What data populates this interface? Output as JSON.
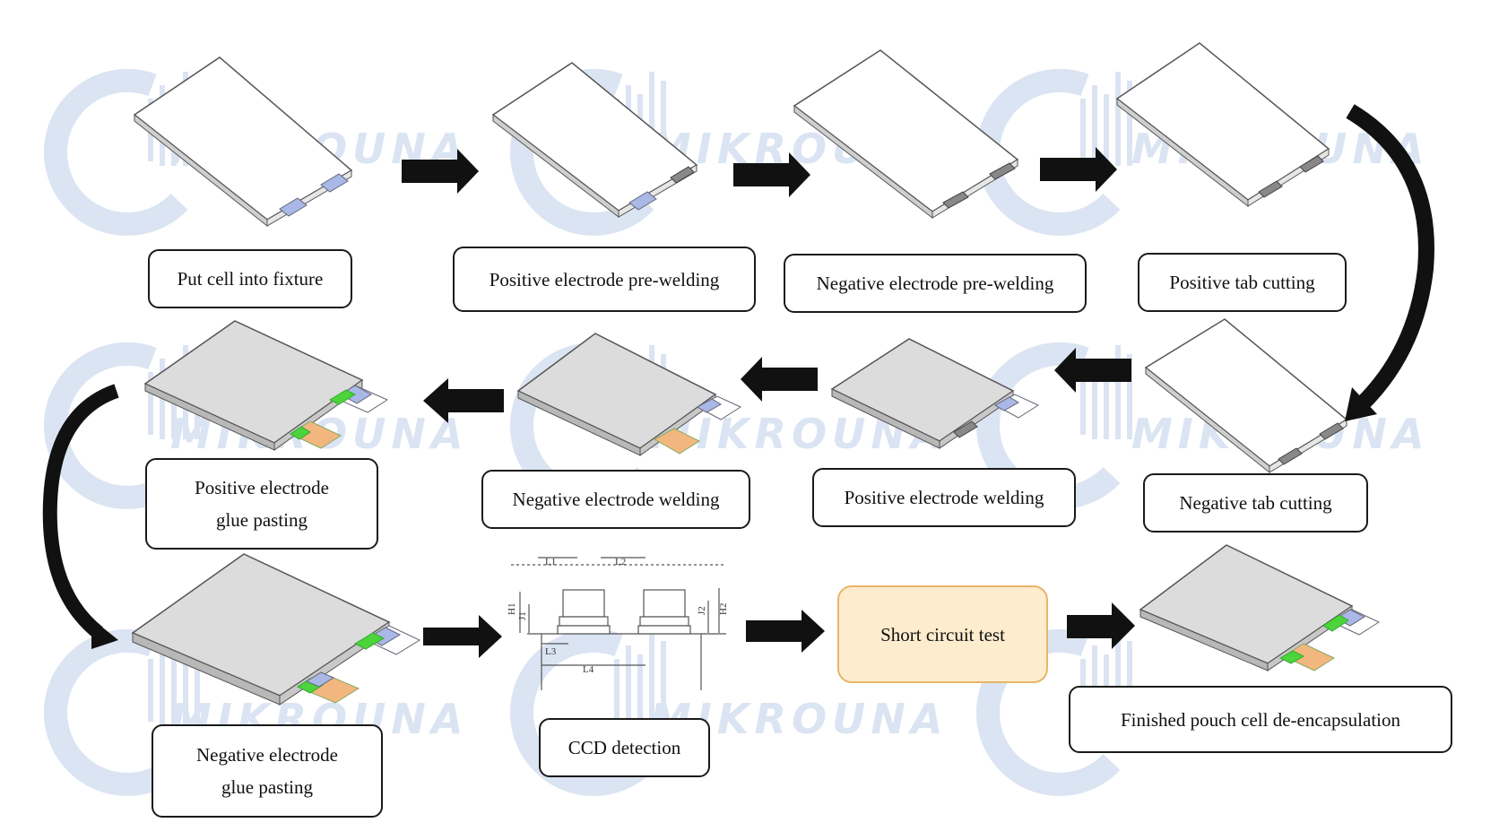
{
  "steps": {
    "put_cell": "Put cell into fixture",
    "pos_pre_weld": "Positive electrode pre-welding",
    "neg_pre_weld": "Negative electrode pre-welding",
    "pos_tab_cut": "Positive tab cutting",
    "neg_tab_cut": "Negative tab cutting",
    "pos_weld": "Positive electrode welding",
    "neg_weld": "Negative electrode welding",
    "pos_glue_1": "Positive electrode",
    "pos_glue_2": "glue pasting",
    "neg_glue_1": "Negative electrode",
    "neg_glue_2": "glue pasting",
    "ccd": "CCD detection",
    "short_circuit": "Short circuit test",
    "finished": "Finished pouch cell de-encapsulation"
  },
  "watermark": {
    "text": "MIKROUNA"
  },
  "ccd_dims": {
    "l1": "L1",
    "l2": "L2",
    "l3": "L3",
    "l4": "L4",
    "h1": "H1",
    "j1": "J1",
    "j2": "J2",
    "h2": "H2"
  },
  "colors": {
    "arrow": "#111111",
    "box_border": "#1a1a1a",
    "highlight_fill": "#fdeccd",
    "highlight_border": "#e8b56a",
    "tab_green": "#4cd43a",
    "tab_blue": "#a9b8e6",
    "tab_copper": "#f2b77e",
    "cell_white": "#ffffff",
    "cell_gray": "#d9d9d9",
    "watermark": "#dbe4f2"
  }
}
